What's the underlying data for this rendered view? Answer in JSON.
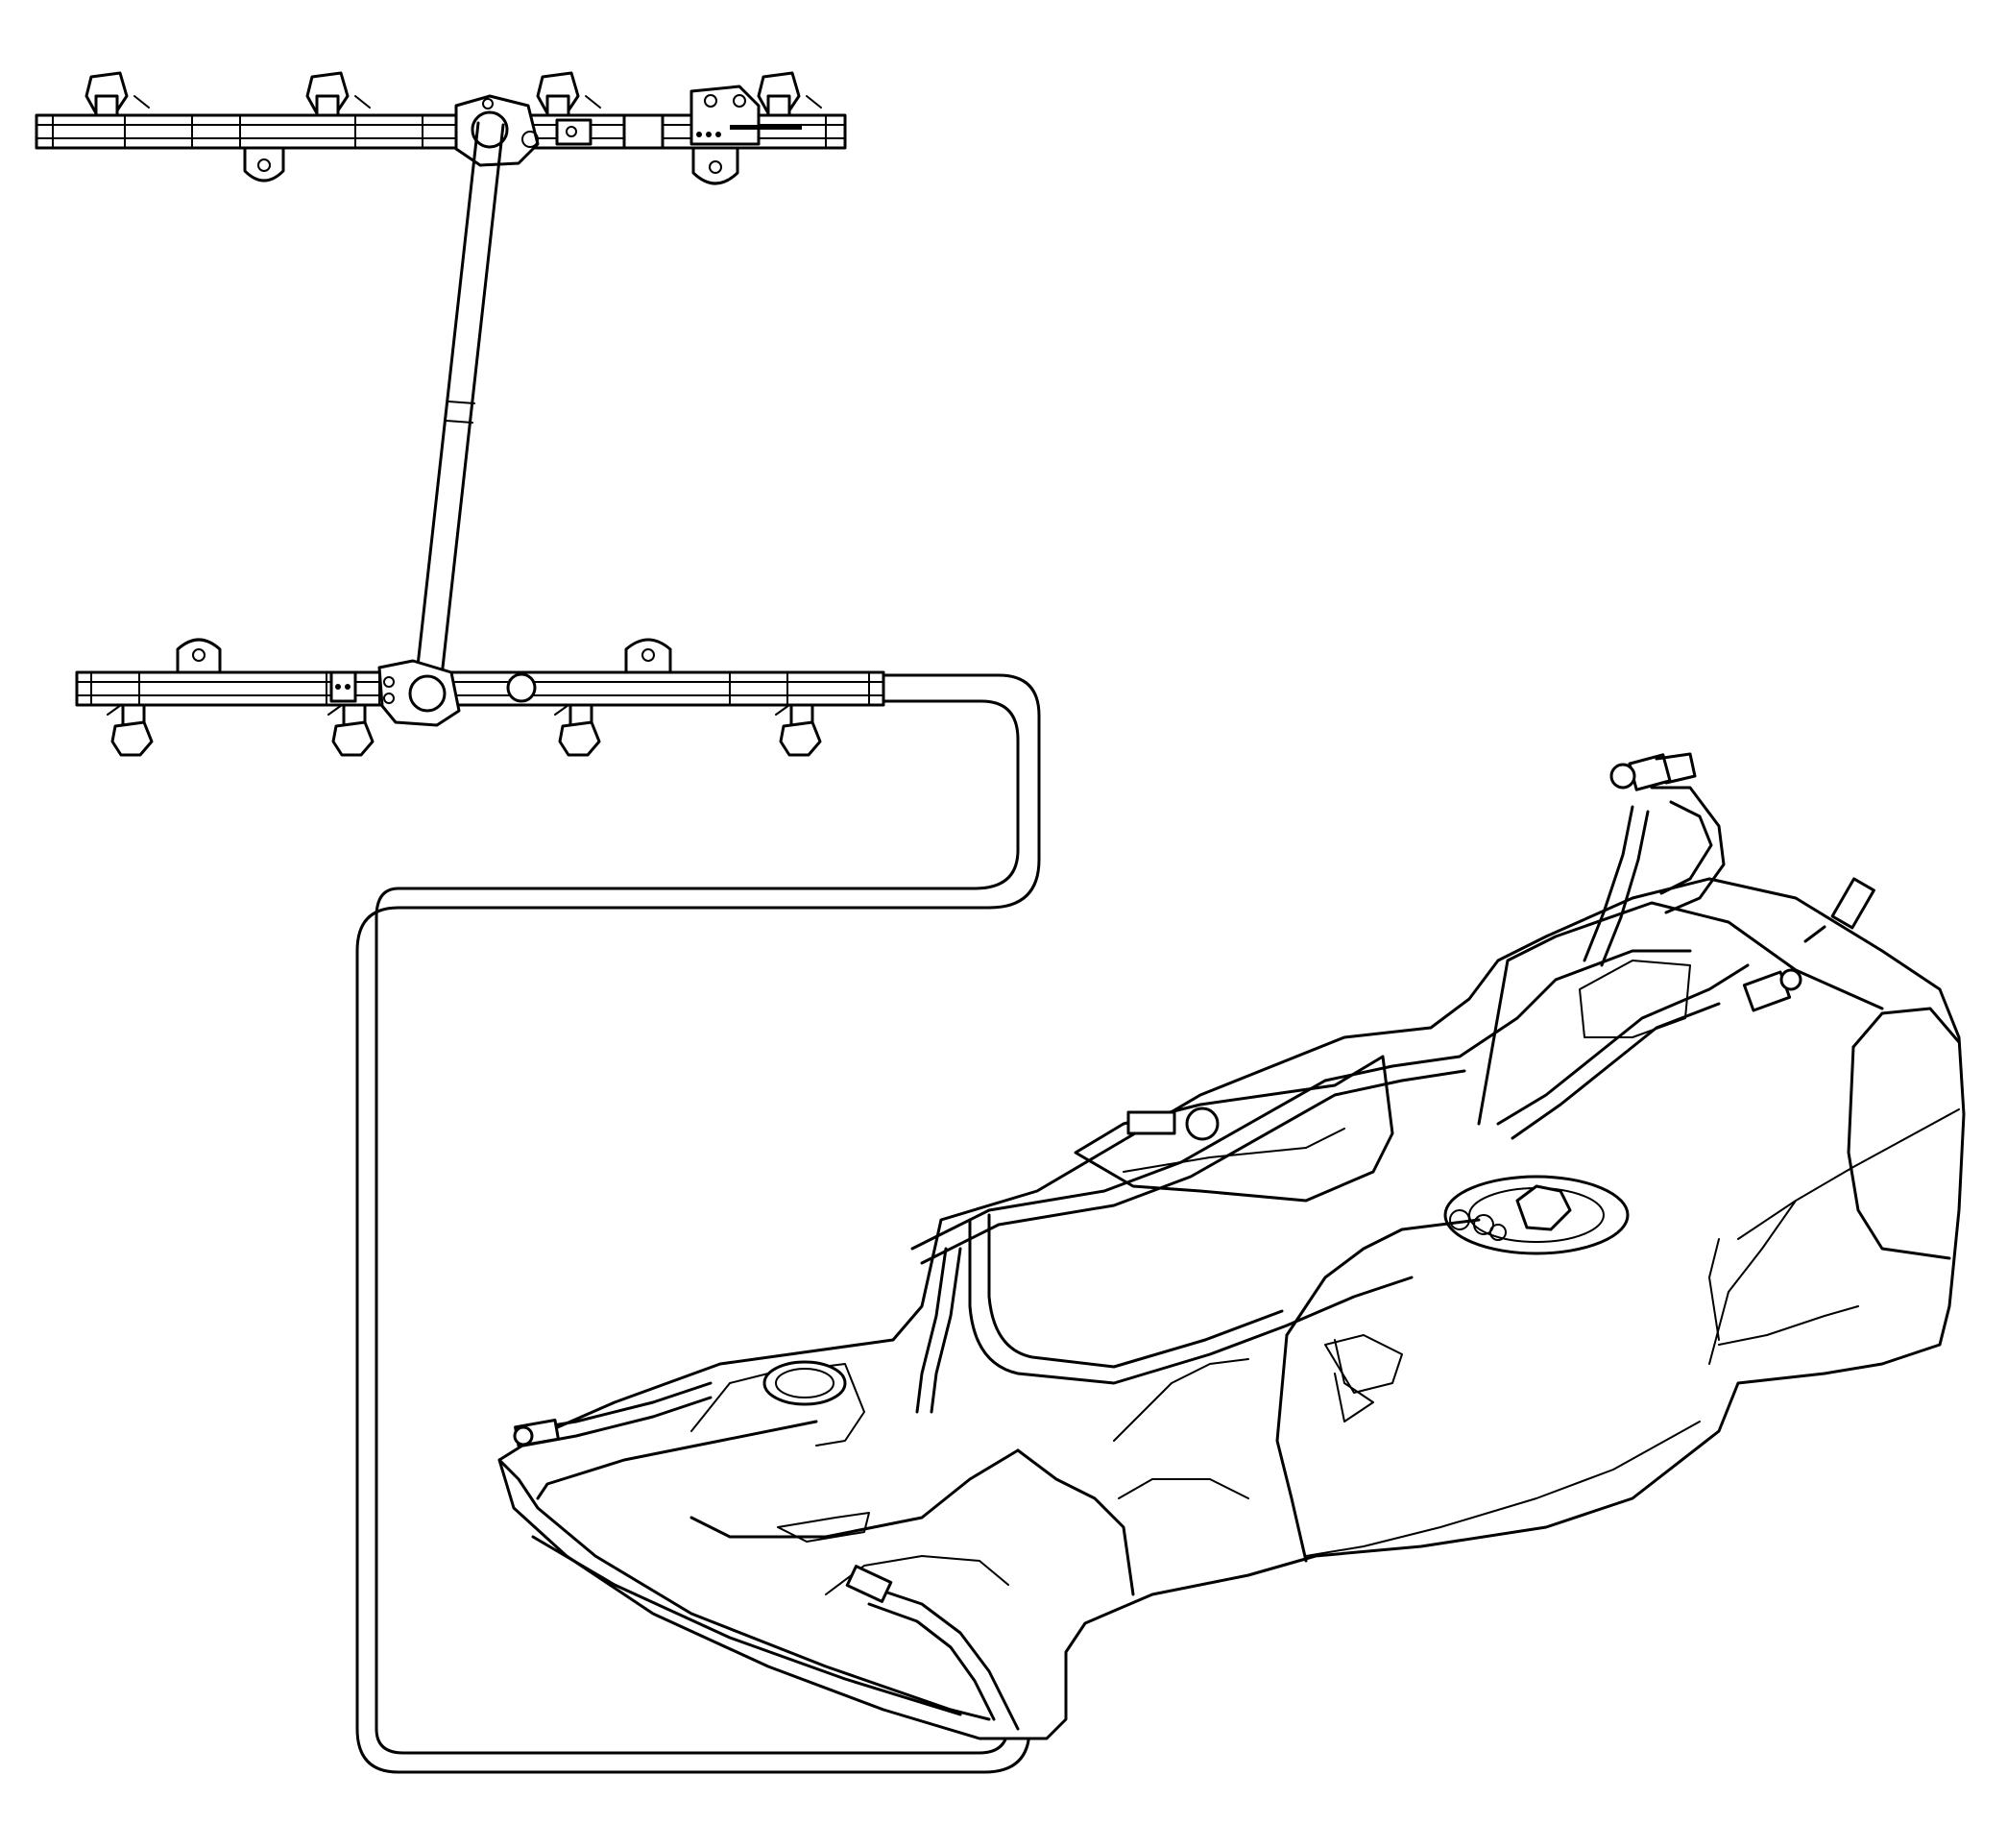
{
  "diagram": {
    "type": "technical line drawing",
    "components": [
      "upper-fuel-rail",
      "lower-fuel-rail",
      "crossover-tube",
      "fuel-supply-line",
      "fuel-tank",
      "fuel-pump-module",
      "vapor-lines",
      "quick-connect-fittings",
      "fuel-injectors"
    ],
    "colors": {
      "line": "#000000",
      "background": "#ffffff"
    }
  }
}
